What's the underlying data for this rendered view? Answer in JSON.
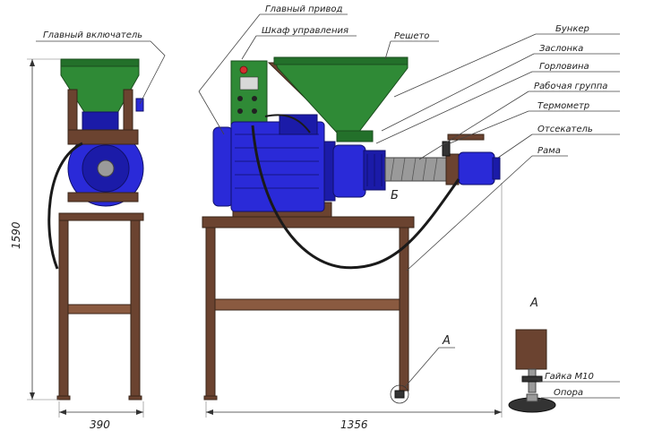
{
  "labels": {
    "main_switch": "Главный включатель",
    "main_drive": "Главный привод",
    "control_cabinet": "Шкаф управления",
    "sieve": "Решето",
    "hopper": "Бункер",
    "shutter": "Заслонка",
    "neck": "Горловина",
    "working_group": "Рабочая группа",
    "thermometer": "Термометр",
    "cutter": "Отсекатель",
    "frame": "Рама",
    "nut": "Гайка М10",
    "support": "Опора"
  },
  "views": {
    "section_b": "Б",
    "callout_a": "А",
    "detail_a": "А"
  },
  "dimensions": {
    "height": "1590",
    "side_width": "390",
    "front_width": "1356"
  },
  "colors": {
    "hopper": "#2f8a36",
    "motor": "#2a2ad8",
    "frame": "#6b4330",
    "cable": "#1a1a1a"
  }
}
